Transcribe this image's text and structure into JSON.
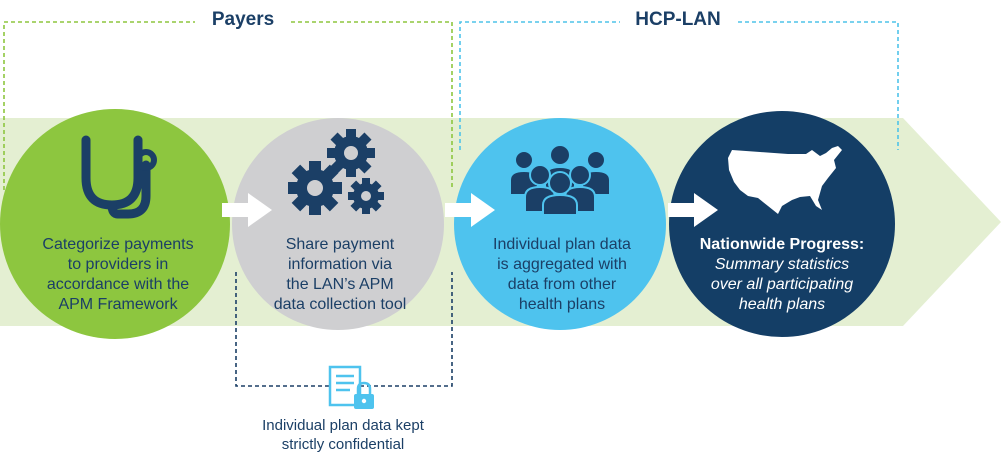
{
  "colors": {
    "band": "#e4efd2",
    "payers_dash": "#8dc63f",
    "hcp_dash": "#4fc3e9",
    "confidential_dash": "#1b3f66",
    "step1": "#8dc63f",
    "step2": "#cfcfd1",
    "step3": "#4ec3ee",
    "step4": "#143e66",
    "navy": "#1b3f66"
  },
  "groups": {
    "payers": "Payers",
    "hcp_lan": "HCP-LAN"
  },
  "steps": [
    {
      "icon": "stethoscope-icon",
      "lines": [
        "Categorize payments",
        "to providers in",
        "accordance with the",
        "APM Framework"
      ]
    },
    {
      "icon": "gears-icon",
      "lines": [
        "Share payment",
        "information via",
        "the LAN’s APM",
        "data collection tool"
      ]
    },
    {
      "icon": "people-group-icon",
      "lines": [
        "Individual plan data",
        "is aggregated with",
        "data from other",
        "health plans"
      ]
    },
    {
      "icon": "us-map-icon",
      "title": "Nationwide Progress:",
      "lines": [
        "Summary statistics",
        "over all participating",
        "health plans"
      ]
    }
  ],
  "confidential": {
    "icon": "locked-document-icon",
    "lines": [
      "Individual plan data kept",
      "strictly confidential"
    ]
  }
}
